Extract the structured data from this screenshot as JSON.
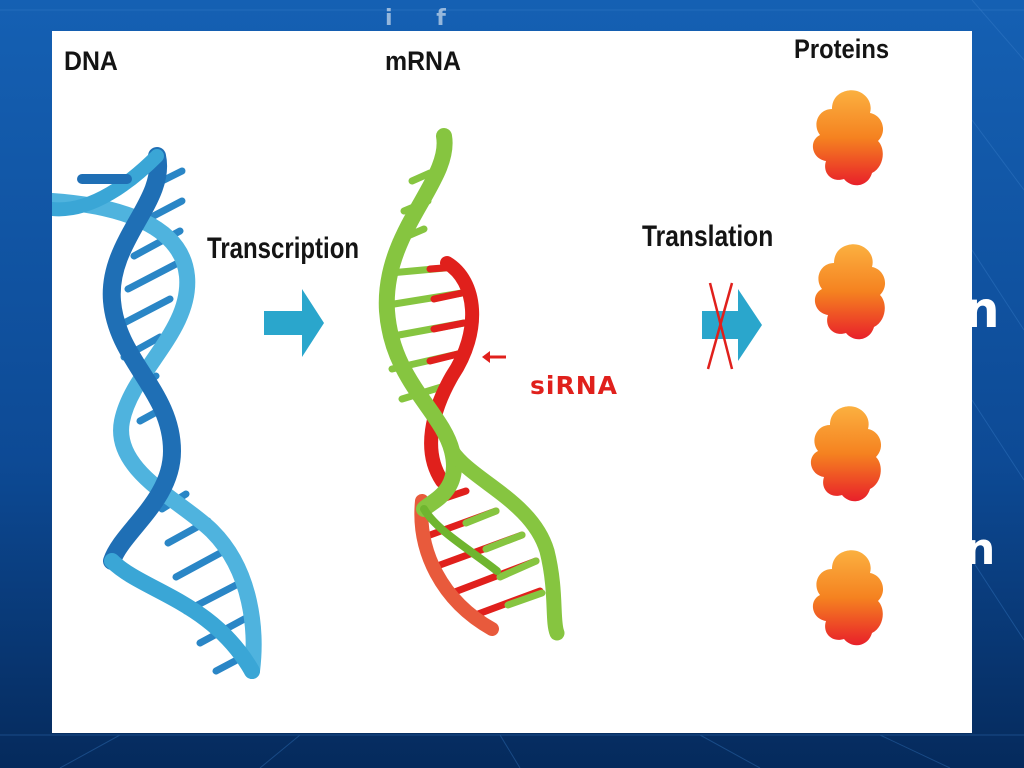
{
  "slide": {
    "background": "#0f4c97",
    "background_dark": "#052a5c",
    "partial_text_1": "n",
    "partial_text_2": "n",
    "partial_text_top": "i f"
  },
  "diagram": {
    "labels": {
      "dna": "DNA",
      "mrna": "mRNA",
      "proteins": "Proteins",
      "transcription": "Transcription",
      "translation": "Translation",
      "sirna": "siRNA"
    },
    "colors": {
      "dna_dark": "#1f6fb5",
      "dna_light": "#3aa6d6",
      "mrna_green": "#86c540",
      "sirna_red": "#e0201c",
      "arrow": "#2aa6cc",
      "protein_orange": "#f58220",
      "protein_red": "#e8202a"
    },
    "icons": [
      "transcription-arrow-icon",
      "translation-arrow-icon",
      "blocked-x-icon",
      "sirna-pointer-arrow-icon",
      "protein-blob-icon"
    ]
  }
}
